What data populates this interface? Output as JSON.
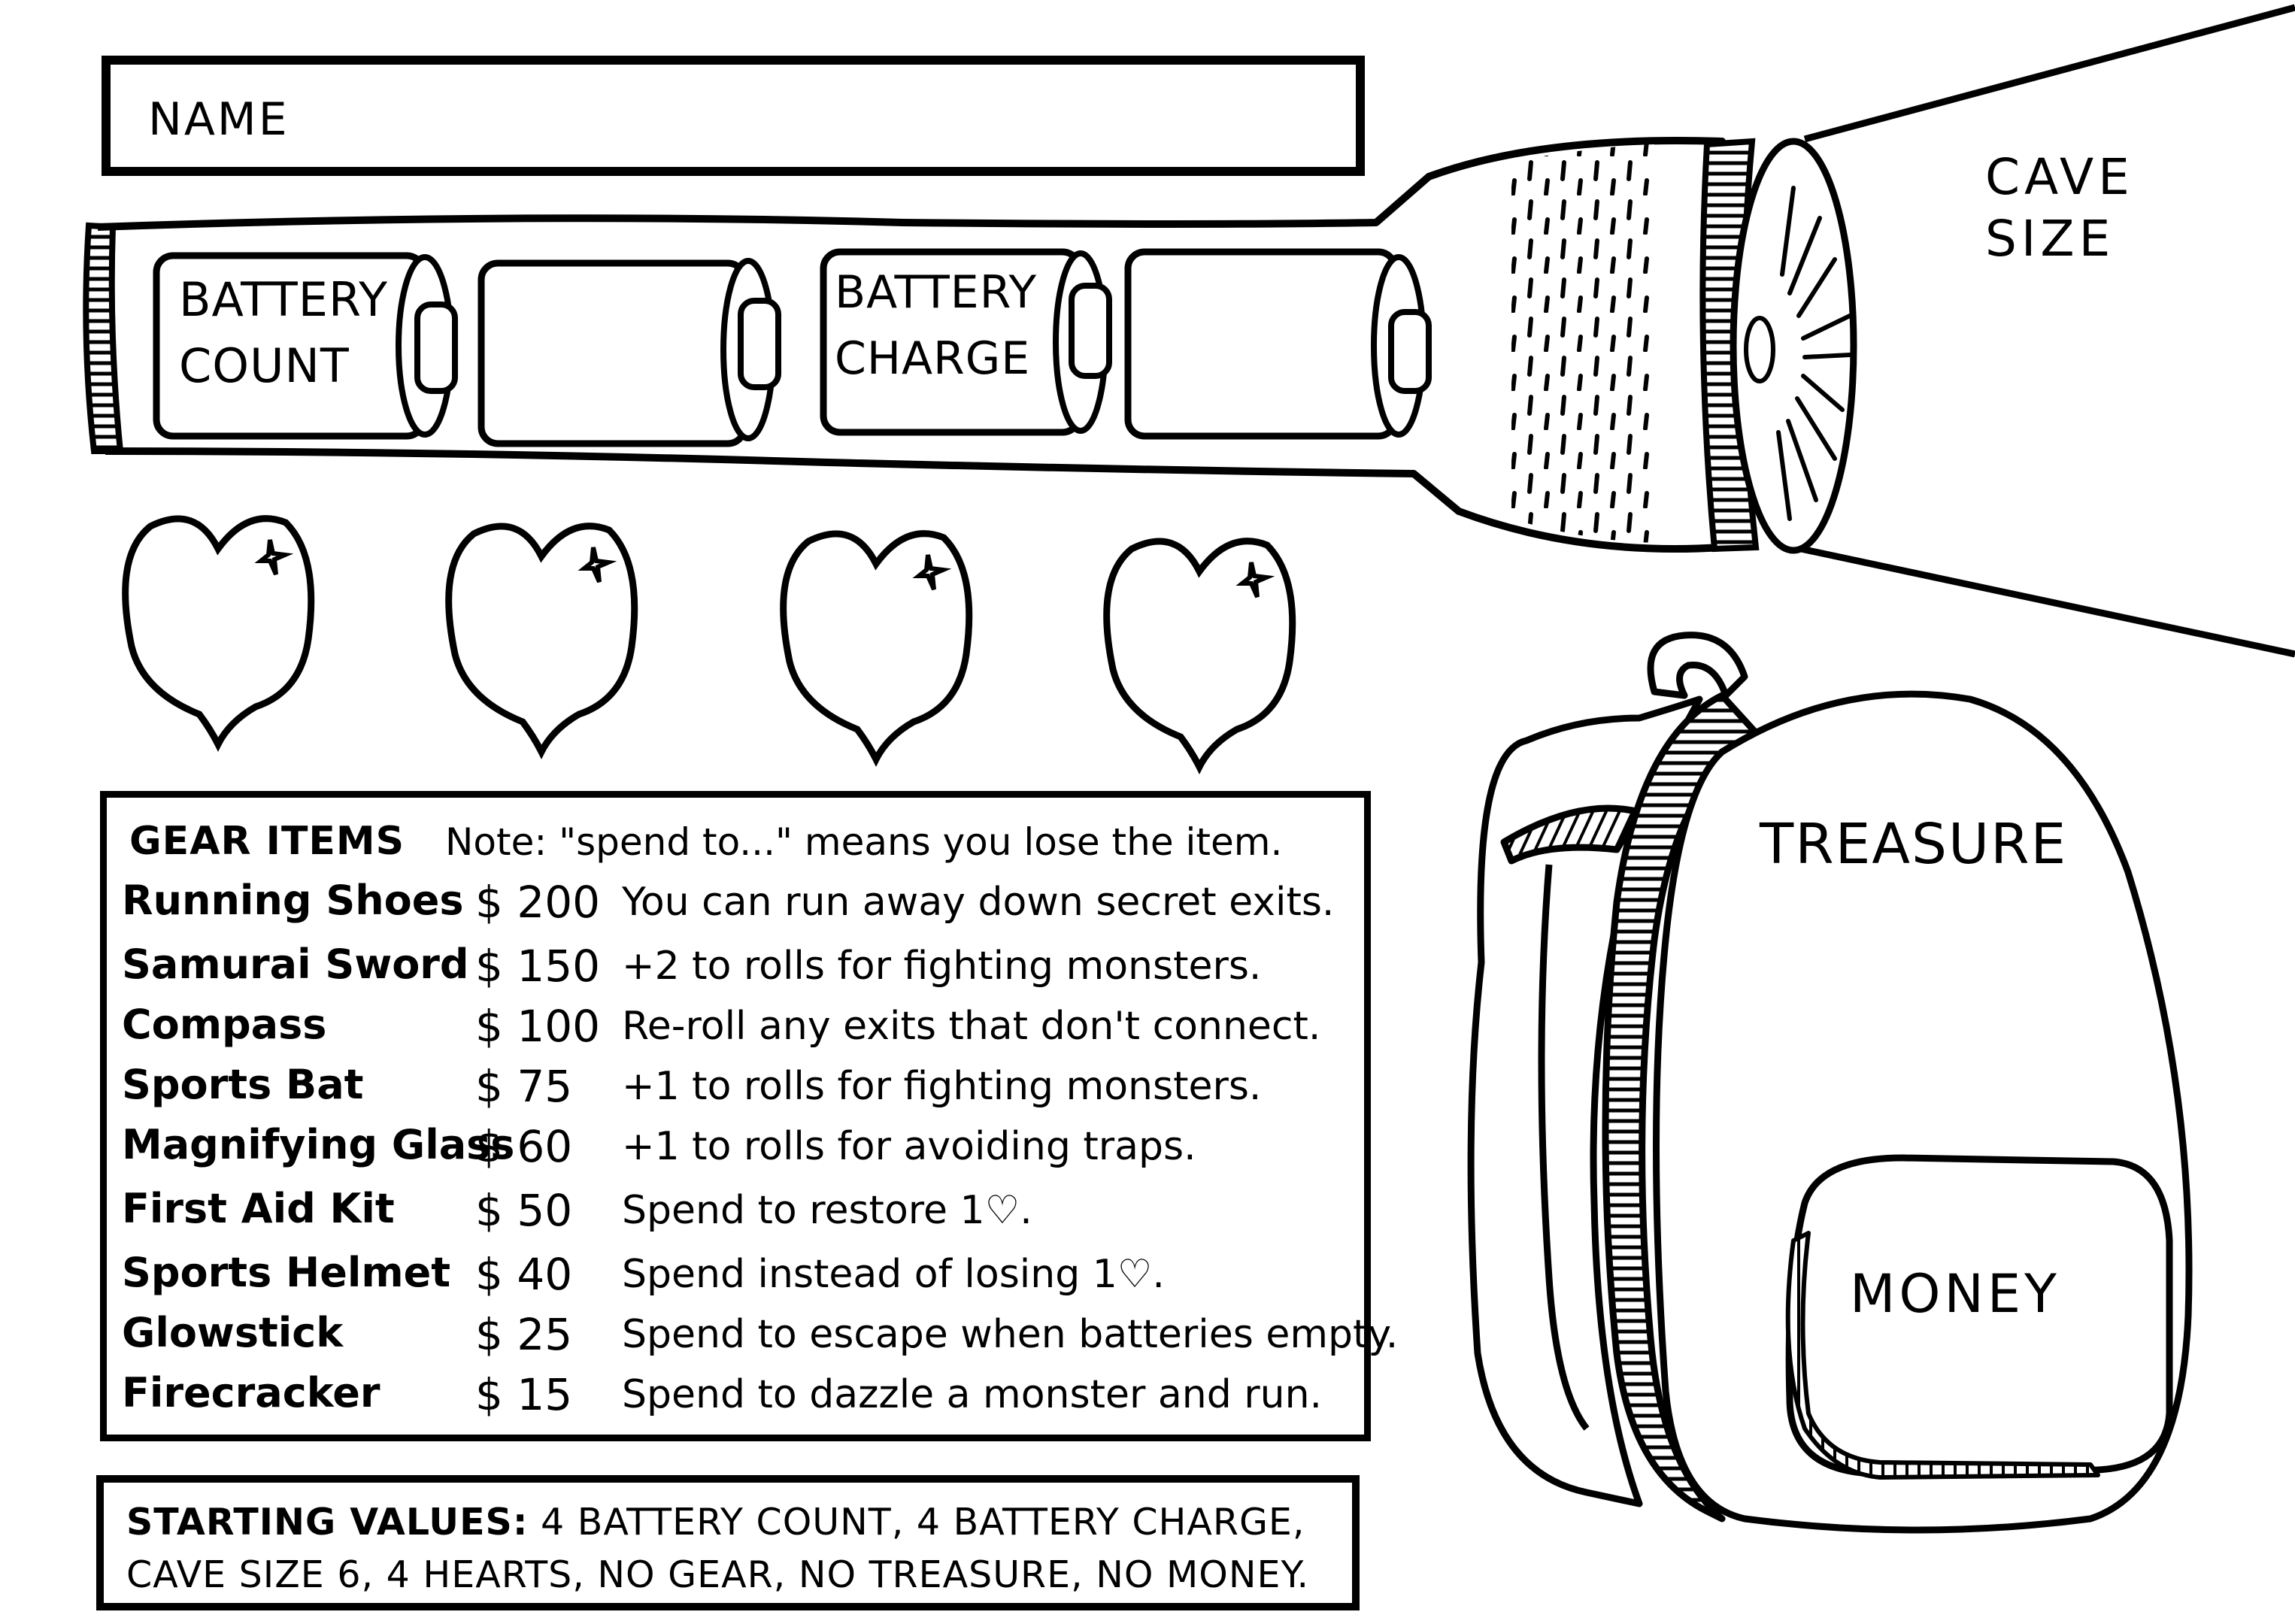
{
  "sheet": {
    "name_label": "NAME",
    "name_value": "",
    "battery_count_label_line1": "BATTERY",
    "battery_count_label_line2": "COUNT",
    "battery_count_value": "",
    "battery_charge_label_line1": "BATTERY",
    "battery_charge_label_line2": "CHARGE",
    "battery_charge_value": "",
    "cave_size_label_line1": "CAVE",
    "cave_size_label_line2": "SIZE",
    "cave_size_value": "",
    "hearts": [
      {
        "filled": false
      },
      {
        "filled": false
      },
      {
        "filled": false
      },
      {
        "filled": false
      }
    ],
    "hearts_count": 4,
    "battery_slots": 4
  },
  "gear": {
    "title": "GEAR ITEMS",
    "note": "Note: \"spend to...\" means you lose the item.",
    "items": [
      {
        "name": "Running Shoes",
        "price": "$ 200",
        "description": "You can run away down secret exits."
      },
      {
        "name": "Samurai Sword",
        "price": "$ 150",
        "description": "+2 to rolls for fighting monsters."
      },
      {
        "name": "Compass",
        "price": "$ 100",
        "description": "Re-roll any exits that don't connect."
      },
      {
        "name": "Sports Bat",
        "price": "$ 75",
        "description": "+1 to rolls for fighting monsters."
      },
      {
        "name": "Magnifying Glass",
        "price": "$ 60",
        "description": "+1 to rolls for avoiding traps."
      },
      {
        "name": "First Aid Kit",
        "price": "$ 50",
        "description": "Spend to restore 1♡."
      },
      {
        "name": "Sports Helmet",
        "price": "$ 40",
        "description": "Spend instead of losing 1♡."
      },
      {
        "name": "Glowstick",
        "price": "$ 25",
        "description": "Spend to escape when batteries empty."
      },
      {
        "name": "Firecracker",
        "price": "$ 15",
        "description": "Spend to dazzle a monster and run."
      }
    ]
  },
  "starting_values": {
    "title": "STARTING VALUES:",
    "line1": "4 BATTERY COUNT, 4 BATTERY CHARGE,",
    "line2": "CAVE SIZE 6, 4 HEARTS, NO GEAR, NO TREASURE, NO MONEY."
  },
  "backpack": {
    "treasure_label": "TREASURE",
    "treasure_value": "",
    "money_label": "MONEY",
    "money_value": ""
  },
  "icons": {
    "flashlight": "flashlight-icon",
    "battery": "battery-icon",
    "heart": "heart-icon",
    "sparkle": "sparkle-icon",
    "backpack": "backpack-icon",
    "light_beam": "light-beam-icon"
  },
  "colors": {
    "ink": "#000000",
    "paper": "#ffffff"
  }
}
